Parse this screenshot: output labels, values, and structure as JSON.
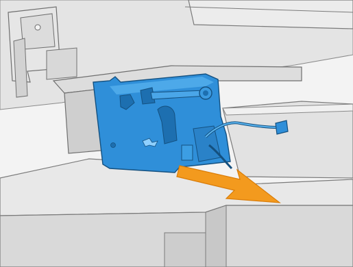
{
  "illustration": {
    "subject": "blue-mechanical-assembly",
    "cable": "connector-cable",
    "direction_indicator": "removal-arrow"
  },
  "colors": {
    "part_fill": "#2f8fd9",
    "part_highlight": "#5ab4ef",
    "part_outline": "#14507f",
    "arrow_fill": "#f39a1e",
    "arrow_edge": "#d97c08",
    "machine_light": "#e9e9e9",
    "machine_mid": "#d4d4d4",
    "machine_dark": "#bdbdbd",
    "line": "#6a6a6a"
  }
}
